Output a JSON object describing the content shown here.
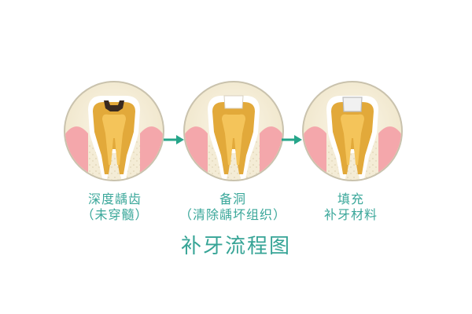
{
  "title": "补牙流程图",
  "steps": [
    {
      "line1": "深度龋齿",
      "line2": "（未穿髓）"
    },
    {
      "line1": "备洞",
      "line2": "（清除龋坏组织）"
    },
    {
      "line1": "填充",
      "line2": "补牙材料"
    }
  ],
  "colors": {
    "accent": "#3aa79a",
    "arrow": "#26a58a",
    "circle_fill": "#f4ecd6",
    "circle_border": "#c9c2ad",
    "gum": "#f4a7ab",
    "enamel": "#ffffff",
    "dentin": "#e2a93a",
    "pulp": "#f4c45a",
    "decay": "#3a2a20",
    "filling": "#f4f4f4"
  }
}
